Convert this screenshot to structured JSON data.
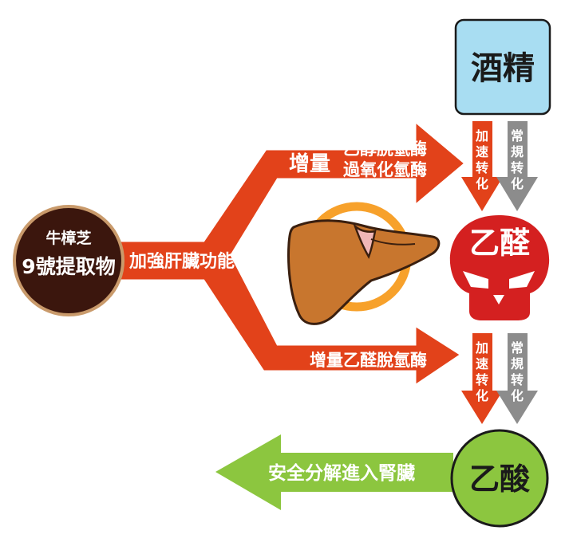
{
  "source": {
    "line1": "牛樟芝",
    "line2": "9號提取物"
  },
  "main_arrow_label": "加強肝臟功能",
  "upper_branch": {
    "prefix": "增量",
    "line1": "乙醇脫氫酶",
    "line2": "過氧化氫酶"
  },
  "lower_branch": {
    "label": "增量乙醛脫氫酶"
  },
  "alcohol_box": {
    "label": "酒精"
  },
  "acetaldehyde": {
    "label": "乙醛"
  },
  "acetic_acid": {
    "label": "乙酸"
  },
  "kidney_arrow": {
    "label": "安全分解進入腎臟"
  },
  "accelerated_label": [
    "加",
    "速",
    "转",
    "化"
  ],
  "normal_label": [
    "常",
    "規",
    "转",
    "化"
  ],
  "colors": {
    "orange_red": "#e2421a",
    "gray": "#8c8c8c",
    "green": "#8cc63f",
    "light_blue": "#a8ddf2",
    "dark_brown": "#3b160d",
    "skull_red": "#d42020",
    "liver": "#c8762e"
  },
  "icons": {
    "liver": "liver-icon",
    "skull": "skull-icon"
  }
}
